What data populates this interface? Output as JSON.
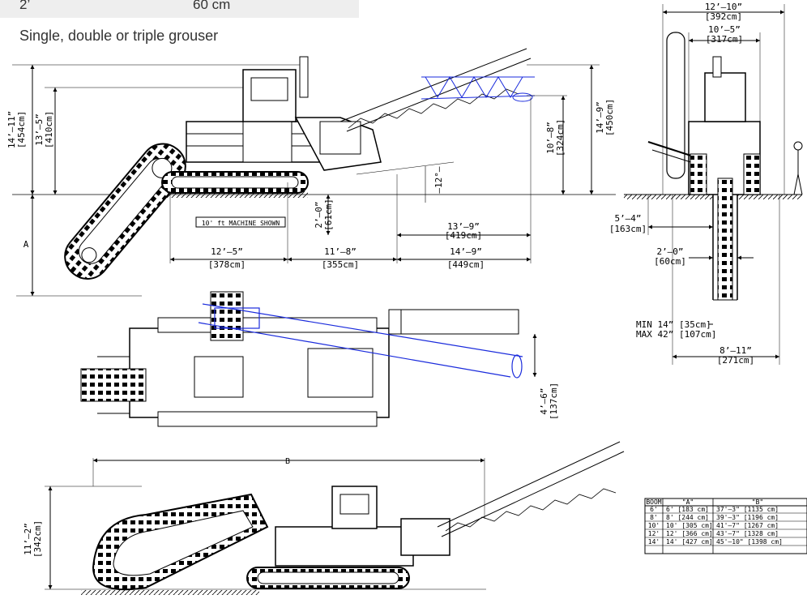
{
  "spec_row": {
    "col1": "2’",
    "col2": "60 cm"
  },
  "caption": "Single, double or triple grouser",
  "side_view": {
    "overall_height": {
      "ft": "14’–11”",
      "cm": "[454cm]"
    },
    "cab_height": {
      "ft": "13’–5”",
      "cm": "[410cm]"
    },
    "conveyor_height": {
      "ft": "14’–9”",
      "cm": "[450cm]"
    },
    "conveyor_drop": {
      "ft": "10’–8”",
      "cm": "[324cm]"
    },
    "angle": "–12°–",
    "dig_below": {
      "ft": "2’–0”",
      "cm": "[61cm]"
    },
    "machine_shown": "10' ft MACHINE SHOWN",
    "boom_to_track": {
      "ft": "12’–5”",
      "cm": "[378cm]"
    },
    "track_length": {
      "ft": "11’–8”",
      "cm": "[355cm]"
    },
    "track_to_conveyor": {
      "ft": "14’–9”",
      "cm": "[449cm]"
    },
    "conveyor_reach": {
      "ft": "13’–9”",
      "cm": "[419cm]"
    },
    "depth_label": "A"
  },
  "front_view": {
    "overall_width": {
      "ft": "12’–10”",
      "cm": "[392cm]"
    },
    "track_width": {
      "ft": "10’–5”",
      "cm": "[317cm]"
    },
    "trench_offset": {
      "ft": "5’–4”",
      "cm": "[163cm]"
    },
    "trench_width": {
      "ft": "2’–0”",
      "cm": "[60cm]"
    },
    "min_width": "MIN 14” [35cm]",
    "max_width": "MAX 42” [107cm]",
    "base_width": {
      "ft": "8’–11”",
      "cm": "[271cm]"
    }
  },
  "top_view": {
    "conveyor_offset": {
      "ft": "4’–6”",
      "cm": "[137cm]"
    }
  },
  "transport_view": {
    "height": {
      "ft": "11’–2”",
      "cm": "[342cm]"
    },
    "length_label": "B"
  },
  "boom_table": {
    "headers": [
      "BOOM",
      "\"A\"",
      "\"B\""
    ],
    "rows": [
      [
        "6'",
        "6' [183 cm]",
        "37'–3\" [1135 cm]"
      ],
      [
        "8'",
        "8' [244 cm]",
        "39'–3\" [1196 cm]"
      ],
      [
        "10'",
        "10' [305 cm]",
        "41'–7\" [1267 cm]"
      ],
      [
        "12'",
        "12' [366 cm]",
        "43'–7\" [1328 cm]"
      ],
      [
        "14'",
        "14' [427 cm]",
        "45'–10\" [1398 cm]"
      ]
    ]
  },
  "colors": {
    "highlight": "#1a2bdc",
    "line": "#000000"
  }
}
